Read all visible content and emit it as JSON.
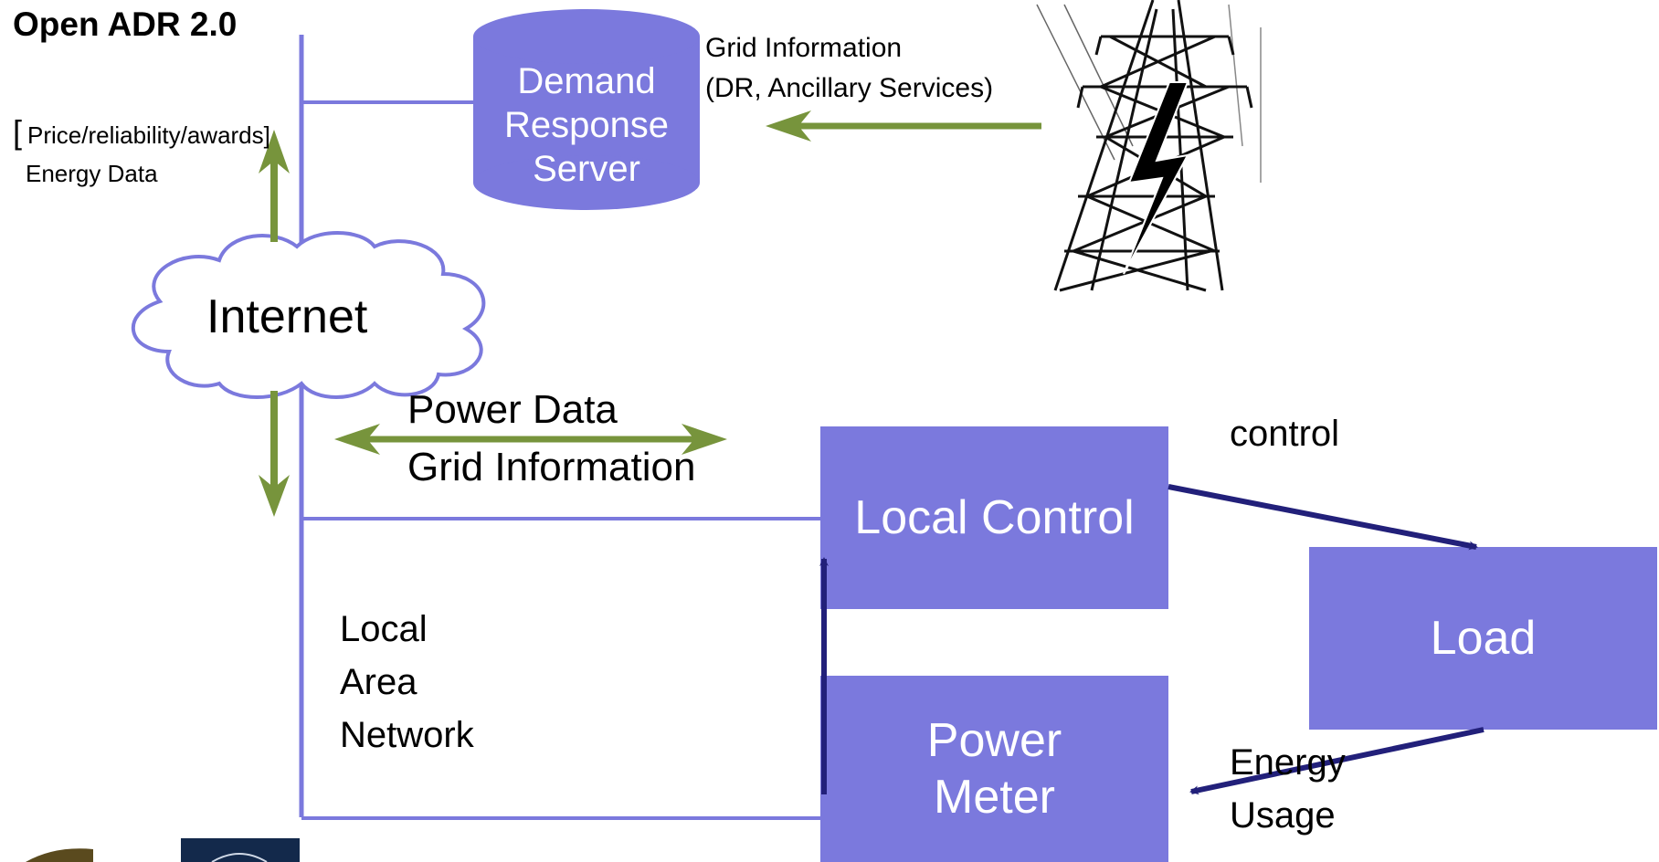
{
  "title": "Open ADR 2.0",
  "labels": {
    "price_bracket": "[",
    "price_line": "Price/reliability/awards]",
    "energy_data": "Energy Data",
    "grid_info_1": "Grid Information",
    "grid_info_2": "(DR, Ancillary Services)",
    "internet": "Internet",
    "power_data": "Power Data",
    "grid_information": "Grid Information",
    "control": "control",
    "lan_1": "Local",
    "lan_2": "Area",
    "lan_3": "Network",
    "energy_usage_1": "Energy",
    "energy_usage_2": "Usage"
  },
  "nodes": {
    "server_1": "Demand",
    "server_2": "Response",
    "server_3": "Server",
    "local_control": "Local Control",
    "load": "Load",
    "power_meter_1": "Power",
    "power_meter_2": "Meter"
  },
  "icons": [
    "transmission-tower-icon",
    "lightning-bolt-icon",
    "cloud-icon",
    "database-cylinder-icon"
  ],
  "colors": {
    "node_fill": "#7b79dd",
    "line": "#7b79dd",
    "green_arrow": "#77943c",
    "navy_arrow": "#22207a"
  }
}
